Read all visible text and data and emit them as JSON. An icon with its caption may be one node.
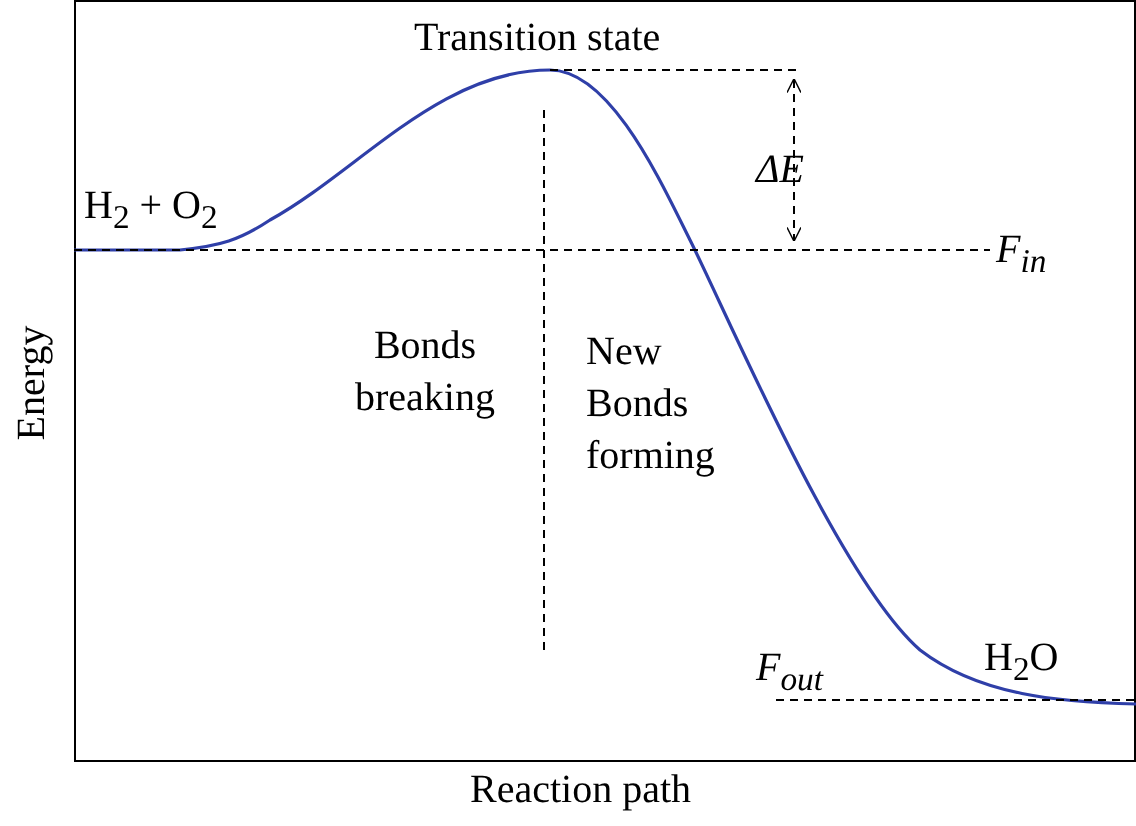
{
  "diagram": {
    "labels": [
      "Transition state",
      "H$_{2}$ + O$_{2}$",
      "ΔE",
      "F$_{in}$",
      "Bonds breaking",
      "New Bonds forming",
      "F$_{out}$",
      "H$_{2}$O",
      "Energy",
      "Reaction path"
    ]
  }
}
